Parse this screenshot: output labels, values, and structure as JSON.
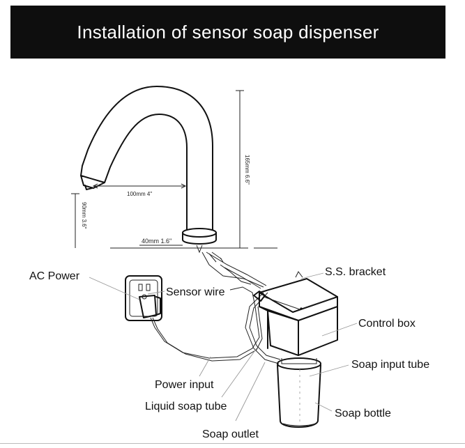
{
  "title": "Installation of sensor soap dispenser",
  "dimensions": {
    "spout_reach": "100mm 4\"",
    "height": "165mm 6.6\"",
    "spout_clearance": "90mm 3.6\"",
    "base_diameter": "40mm 1.6\""
  },
  "labels": {
    "ac_power": "AC Power",
    "sensor_wire": "Sensor wire",
    "ss_bracket": "S.S. bracket",
    "control_box": "Control box",
    "soap_input_tube": "Soap input tube",
    "power_input": "Power input",
    "liquid_soap_tube": "Liquid soap tube",
    "soap_bottle": "Soap bottle",
    "soap_outlet": "Soap outlet"
  }
}
